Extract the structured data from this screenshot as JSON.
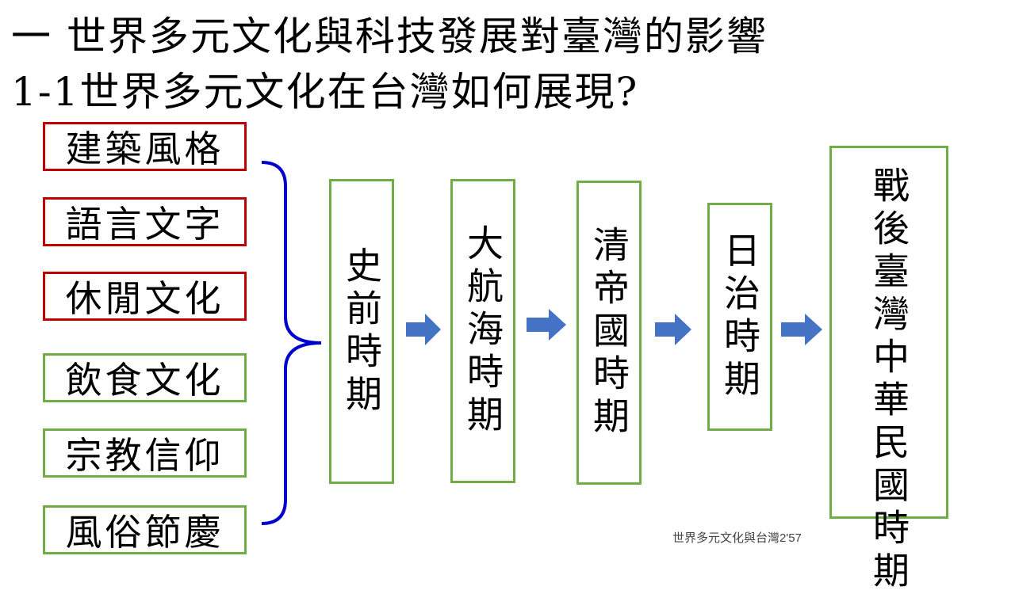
{
  "title": {
    "line1": "一  世界多元文化與科技發展對臺灣的影響",
    "line2": "1-1世界多元文化在台灣如何展現?"
  },
  "categories": [
    {
      "label": "建築風格",
      "border_color": "#c00000"
    },
    {
      "label": "語言文字",
      "border_color": "#c00000"
    },
    {
      "label": "休閒文化",
      "border_color": "#c00000"
    },
    {
      "label": "飲食文化",
      "border_color": "#70ad47"
    },
    {
      "label": "宗教信仰",
      "border_color": "#70ad47"
    },
    {
      "label": "風俗節慶",
      "border_color": "#70ad47"
    }
  ],
  "periods": [
    {
      "label": "史前時期"
    },
    {
      "label": "大航海時期"
    },
    {
      "label": "清帝國時期"
    },
    {
      "label": "日治時期"
    },
    {
      "label": "戰後臺灣中華民國時期"
    }
  ],
  "colors": {
    "box_border_green": "#70ad47",
    "box_border_red": "#c00000",
    "brace": "#0000cc",
    "arrow": "#4472c4"
  },
  "footer": {
    "text": "世界多元文化與台灣2'57"
  }
}
